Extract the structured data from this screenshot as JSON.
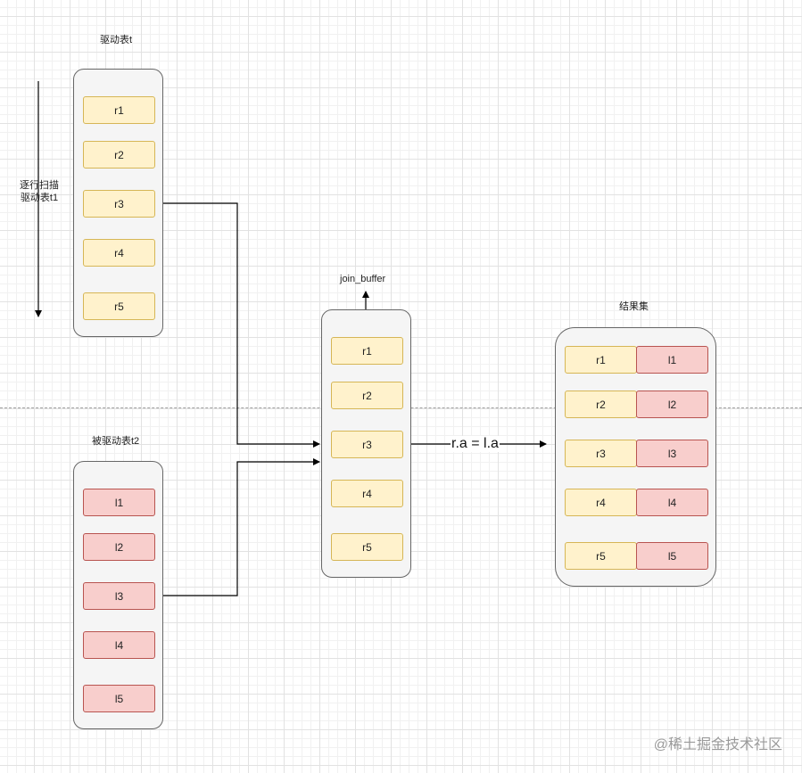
{
  "driving_table": {
    "title": "驱动表t",
    "rows": [
      "r1",
      "r2",
      "r3",
      "r4",
      "r5"
    ]
  },
  "scan_note": {
    "line1": "逐行扫描",
    "line2": "驱动表t1"
  },
  "driven_table": {
    "title": "被驱动表t2",
    "rows": [
      "l1",
      "l2",
      "l3",
      "l4",
      "l5"
    ]
  },
  "join_buffer": {
    "title": "join_buffer",
    "rows": [
      "r1",
      "r2",
      "r3",
      "r4",
      "r5"
    ]
  },
  "join_condition": "r.a = l.a",
  "result_set": {
    "title": "结果集",
    "rows": [
      {
        "left": "r1",
        "right": "l1"
      },
      {
        "left": "r2",
        "right": "l2"
      },
      {
        "left": "r3",
        "right": "l3"
      },
      {
        "left": "r4",
        "right": "l4"
      },
      {
        "left": "r5",
        "right": "l5"
      }
    ]
  },
  "watermark": "@稀土掘金技术社区",
  "colors": {
    "driving_fill": "#fff2cc",
    "driving_stroke": "#d6b656",
    "driven_fill": "#f8cecc",
    "driven_stroke": "#b85450",
    "container_fill": "#f5f5f5"
  }
}
